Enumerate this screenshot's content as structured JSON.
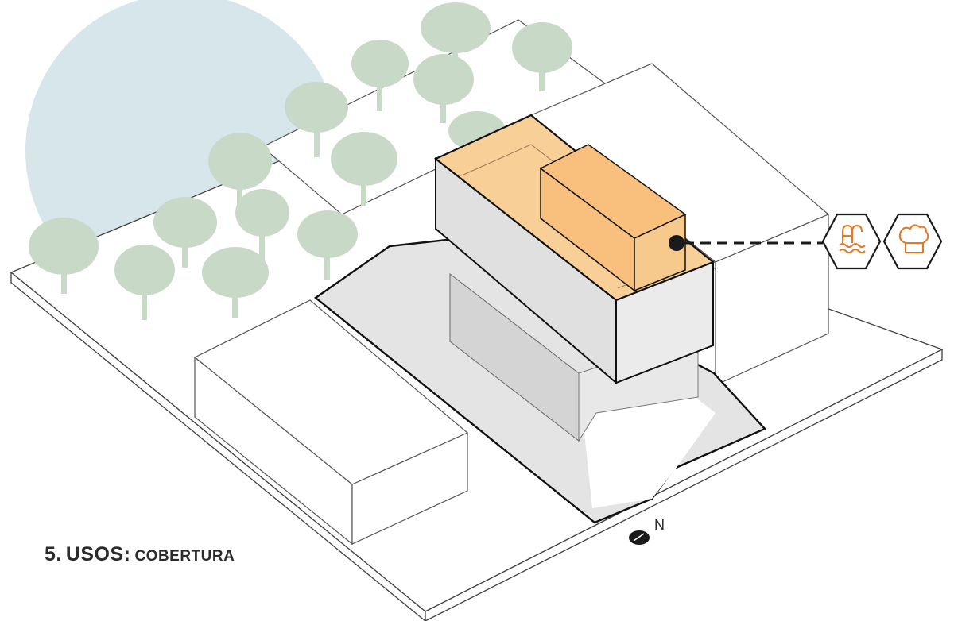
{
  "caption": {
    "number": "5.",
    "title": "USOS:",
    "subtitle": "COBERTURA"
  },
  "north_label": "N",
  "icons": [
    {
      "name": "pool-icon"
    },
    {
      "name": "chef-hat-icon"
    }
  ],
  "colors": {
    "accent": "#e87722",
    "roof": "#f8cf97",
    "roof_volume": "#f8c07c",
    "facade": "#e2e2e2",
    "tree": "#c9d9c8",
    "sky_circle": "#d6e6ea"
  }
}
